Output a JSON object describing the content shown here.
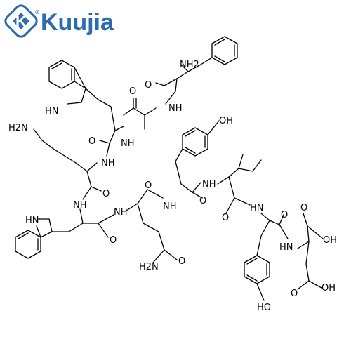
{
  "brand": {
    "name": "Kuujia",
    "registered_mark": "®",
    "icon": "kuujia-logo-k-icon",
    "color": "#2b6cb0"
  },
  "labels": {
    "nh2_top": "NH2",
    "h2n_lys": "H2N",
    "nh2_gln": "H2N",
    "hn_indole_top": "HN",
    "hn_indole_bottom": "HN",
    "oh_tyr_top": "OH",
    "oh_tyr_bottom": "HO",
    "acid_oh1": "OH",
    "acid_oh2": "OH",
    "nh_list": [
      "NH",
      "NH",
      "NH",
      "NH",
      "NH",
      "NH",
      "NH",
      "HN"
    ],
    "o_list": [
      "O",
      "O",
      "O",
      "O",
      "O",
      "O",
      "O",
      "O",
      "O",
      "O",
      "O"
    ]
  }
}
